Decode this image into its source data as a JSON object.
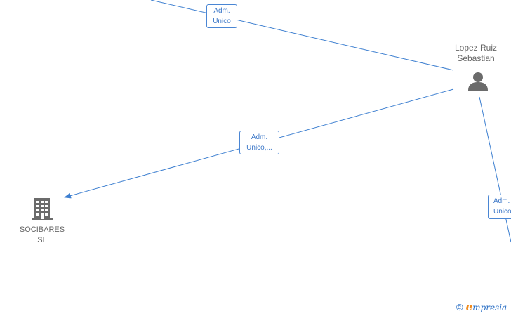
{
  "nodes": {
    "person": {
      "line1": "Lopez Ruiz",
      "line2": "Sebastian"
    },
    "company": {
      "line1": "SOCIBARES",
      "line2": "SL"
    }
  },
  "edges": [
    {
      "line1": "Adm.",
      "line2": "Unico"
    },
    {
      "line1": "Adm.",
      "line2": "Unico,..."
    },
    {
      "line1": "Adm.",
      "line2": "Unico"
    }
  ],
  "brand": {
    "copyright": "©",
    "initial": "e",
    "rest": "mpresia"
  },
  "colors": {
    "edge": "#3d7fd0",
    "node_icon": "#6b6b6b",
    "label_text": "#666666"
  }
}
